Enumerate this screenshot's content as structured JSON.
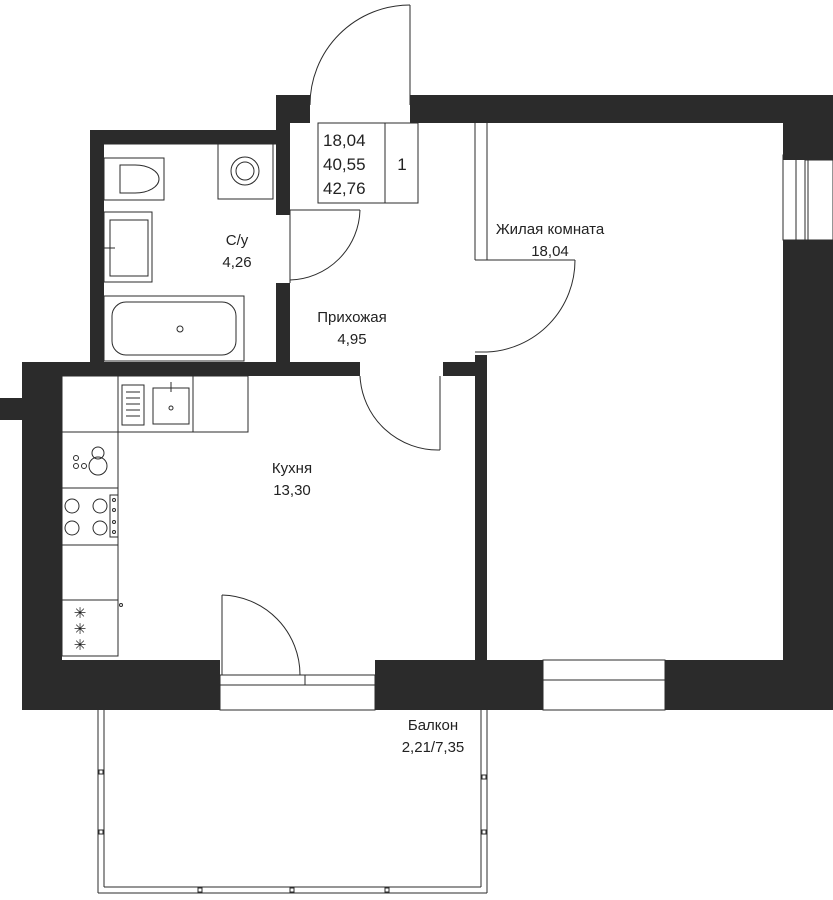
{
  "summary_box": {
    "living_area": "18,04",
    "total_area": "40,55",
    "total_area_with_balcony": "42,76",
    "rooms": "1"
  },
  "rooms": {
    "living_room": {
      "name": "Жилая комната",
      "area": "18,04"
    },
    "bathroom": {
      "name": "С/у",
      "area": "4,26"
    },
    "hallway": {
      "name": "Прихожая",
      "area": "4,95"
    },
    "kitchen": {
      "name": "Кухня",
      "area": "13,30"
    },
    "balcony": {
      "name": "Балкон",
      "area": "2,21/7,35"
    }
  },
  "colors": {
    "wall": "#2b2b2b",
    "background": "#ffffff",
    "line": "#2b2b2b"
  }
}
